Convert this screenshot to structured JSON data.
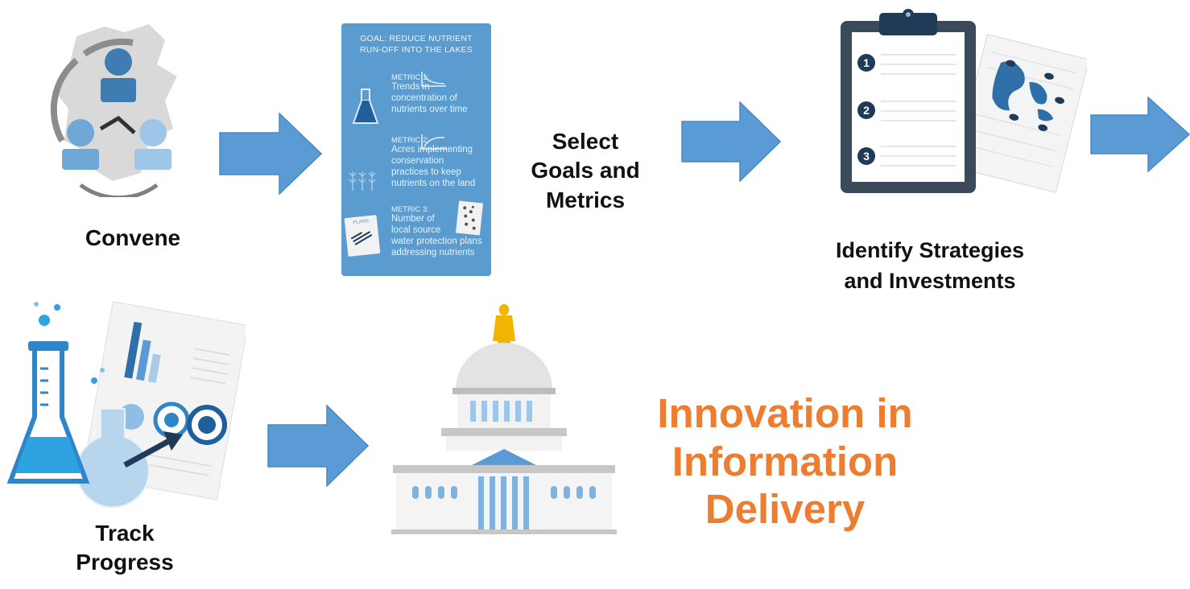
{
  "steps": {
    "convene": {
      "label": "Convene"
    },
    "select": {
      "line1": "Select",
      "line2": "Goals and",
      "line3": "Metrics"
    },
    "identify": {
      "line1": "Identify Strategies",
      "line2": "and Investments"
    },
    "track": {
      "line1": "Track",
      "line2": "Progress"
    }
  },
  "card": {
    "goal_line1": "GOAL: REDUCE NUTRIENT",
    "goal_line2": "RUN-OFF INTO THE LAKES",
    "metric1_title": "METRIC 1:",
    "metric1_l1": "Trends in",
    "metric1_l2": "concentration of",
    "metric1_l3": "nutrients over time",
    "metric2_title": "METRIC 2:",
    "metric2_l1": "Acres implementing",
    "metric2_l2": "conservation",
    "metric2_l3": "practices to keep",
    "metric2_l4": "nutrients on the land",
    "metric3_title": "METRIC 3:",
    "metric3_l1": "Number of",
    "metric3_l2": "local source",
    "metric3_l3": "water protection plans",
    "metric3_l4": "addressing nutrients",
    "plans_tag": "PLANS"
  },
  "clipboard": {
    "items": [
      "1",
      "2",
      "3"
    ]
  },
  "headline": {
    "line1": "Innovation in",
    "line2": "Information",
    "line3": "Delivery"
  },
  "colors": {
    "arrow": "#5b9bd5",
    "headline": "#ed7d31",
    "card": "#5a9cd0",
    "navy": "#1f3b57"
  },
  "icons": [
    "people-map-icon",
    "metrics-card",
    "clipboard-map-icon",
    "lab-report-icon",
    "capitol-building-icon",
    "right-arrow-icon"
  ]
}
